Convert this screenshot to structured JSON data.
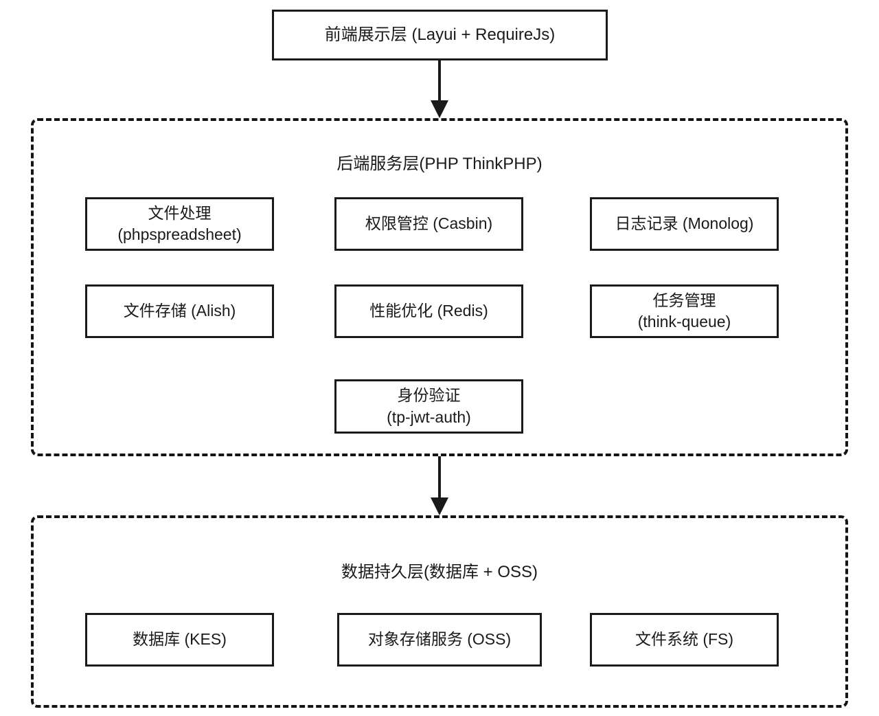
{
  "diagram": {
    "frontend": {
      "label": "前端展示层 (Layui + RequireJs)"
    },
    "backend": {
      "title": "后端服务层(PHP ThinkPHP)",
      "boxes": [
        {
          "label": "文件处理",
          "sub": "(phpspreadsheet)"
        },
        {
          "label": "权限管控 (Casbin)"
        },
        {
          "label": "日志记录 (Monolog)"
        },
        {
          "label": "文件存储 (Alish)"
        },
        {
          "label": "性能优化 (Redis)"
        },
        {
          "label": "任务管理",
          "sub": "(think-queue)"
        },
        {
          "label": "身份验证",
          "sub": "(tp-jwt-auth)"
        }
      ]
    },
    "data_layer": {
      "title": "数据持久层(数据库 + OSS)",
      "boxes": [
        {
          "label": "数据库 (KES)"
        },
        {
          "label": "对象存储服务 (OSS)"
        },
        {
          "label": "文件系统 (FS)"
        }
      ]
    },
    "colors": {
      "line": "#1a1a1a",
      "background": "#ffffff"
    }
  }
}
